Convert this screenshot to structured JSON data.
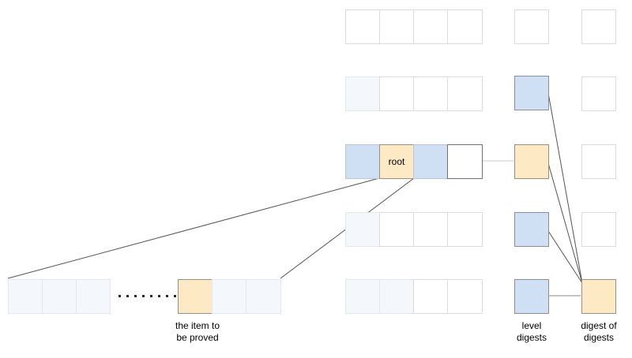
{
  "diagram": {
    "title": "merkle-style level digest proof diagram",
    "colors": {
      "highlight_blue": "#cfe0f5",
      "highlight_tan": "#fdeac4",
      "pale_blue": "#f4f8fc",
      "faint_border": "#dcdcdc",
      "strong_border": "#6e7279",
      "line_color": "#555555",
      "text": "#000000"
    },
    "root_cell": {
      "label": "root"
    },
    "captions": [
      {
        "id": "item-to-be-proved",
        "text": "the item to\nbe proved"
      },
      {
        "id": "level-digests",
        "text": "level\ndigests"
      },
      {
        "id": "digest-of-digests",
        "text": "digest of\ndigests"
      }
    ],
    "rows": [
      {
        "id": "row-1",
        "grid": [
          {
            "style": "faint"
          },
          {
            "style": "faint"
          },
          {
            "style": "faint"
          },
          {
            "style": "faint"
          }
        ],
        "level_digest": {
          "style": "faint"
        },
        "digest_box": {
          "style": "faint"
        }
      },
      {
        "id": "row-2",
        "grid": [
          {
            "style": "pale"
          },
          {
            "style": "faint"
          },
          {
            "style": "faint"
          },
          {
            "style": "faint"
          }
        ],
        "level_digest": {
          "style": "blue"
        },
        "digest_box": {
          "style": "faint"
        }
      },
      {
        "id": "row-3-root",
        "grid": [
          {
            "style": "blue-light"
          },
          {
            "style": "tan",
            "label": "root"
          },
          {
            "style": "blue-light"
          },
          {
            "style": "faint"
          }
        ],
        "level_digest": {
          "style": "tan"
        },
        "digest_box": {
          "style": "faint"
        }
      },
      {
        "id": "row-4",
        "grid": [
          {
            "style": "pale"
          },
          {
            "style": "faint"
          },
          {
            "style": "faint"
          },
          {
            "style": "faint"
          }
        ],
        "level_digest": {
          "style": "blue"
        },
        "digest_box": {
          "style": "faint"
        }
      },
      {
        "id": "row-5",
        "grid": [
          {
            "style": "pale"
          },
          {
            "style": "pale"
          },
          {
            "style": "faint"
          },
          {
            "style": "faint"
          }
        ],
        "level_digest": {
          "style": "blue"
        },
        "digest_box": {
          "style": "tan"
        }
      }
    ],
    "expanded_row": {
      "id": "expanded-leaf-row",
      "left_cells": [
        {
          "style": "pale"
        },
        {
          "style": "pale"
        },
        {
          "style": "pale"
        }
      ],
      "ellipsis_dots": 8,
      "right_cells": [
        {
          "style": "tan",
          "highlighted": true
        },
        {
          "style": "pale"
        },
        {
          "style": "pale"
        }
      ]
    }
  }
}
